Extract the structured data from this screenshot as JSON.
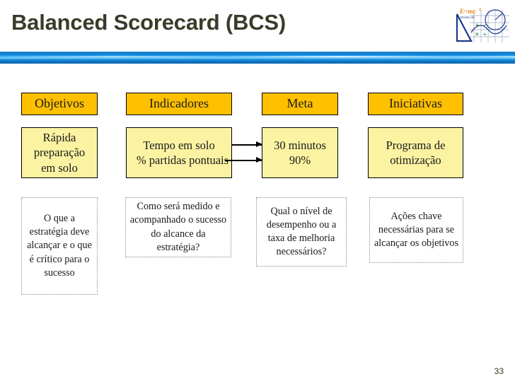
{
  "slide": {
    "title": "Balanced Scorecard (BCS)",
    "page_number": "33",
    "title_color": "#3b3b2b",
    "divider_color": "#1c8fdc",
    "header_box_color": "#ffc000",
    "value_box_color": "#fbf3a2"
  },
  "logo": {
    "name": "esmic-math-logo",
    "formula": "E=mc",
    "exponent": "2",
    "subtext": "Ensino de",
    "symbols": [
      "+",
      "−",
      "×",
      "÷"
    ]
  },
  "columns": [
    {
      "id": "objetivos",
      "header": "Objetivos",
      "value": "Rápida preparação em solo",
      "note": "O que a estratégia deve alcançar e o que é crítico para o sucesso"
    },
    {
      "id": "indicadores",
      "header": "Indicadores",
      "value": "Tempo em solo\n% partidas pontuais",
      "note": "Como será medido e acompanhado o sucesso do alcance da estratégia?"
    },
    {
      "id": "meta",
      "header": "Meta",
      "value": "30 minutos 90%",
      "note": "Qual o nível de desempenho ou a taxa de melhoria necessários?"
    },
    {
      "id": "iniciativas",
      "header": "Iniciativas",
      "value": "Programa de otimização",
      "note": "Ações chave necessárias para se alcançar os objetivos"
    }
  ],
  "value_lines": {
    "objetivos": [
      "Rápida",
      "preparação",
      "em solo"
    ],
    "indicadores": [
      "Tempo em solo",
      "% partidas pontuais"
    ],
    "meta": [
      "30 minutos",
      "90%"
    ],
    "iniciativas": [
      "Programa de",
      "otimização"
    ]
  },
  "arrows": [
    {
      "name": "arrow-indicador-meta-top"
    },
    {
      "name": "arrow-indicador-meta-bottom"
    }
  ]
}
